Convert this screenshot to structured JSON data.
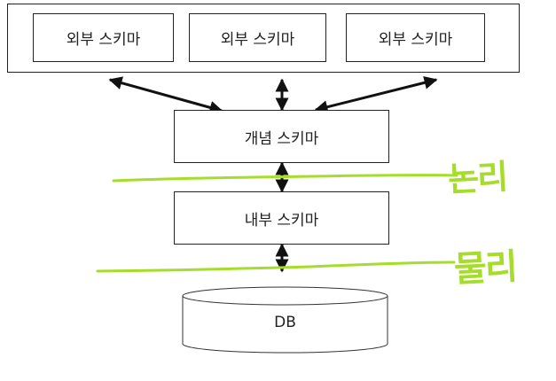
{
  "schemas": {
    "external": [
      "외부 스키마",
      "외부 스키마",
      "외부 스키마"
    ],
    "conceptual": "개념 스키마",
    "internal": "내부 스키마",
    "database": "DB"
  },
  "annotations": {
    "logical": "논리",
    "physical": "물리"
  },
  "colors": {
    "annotation": "#a6dc2a",
    "line": "#222222"
  }
}
